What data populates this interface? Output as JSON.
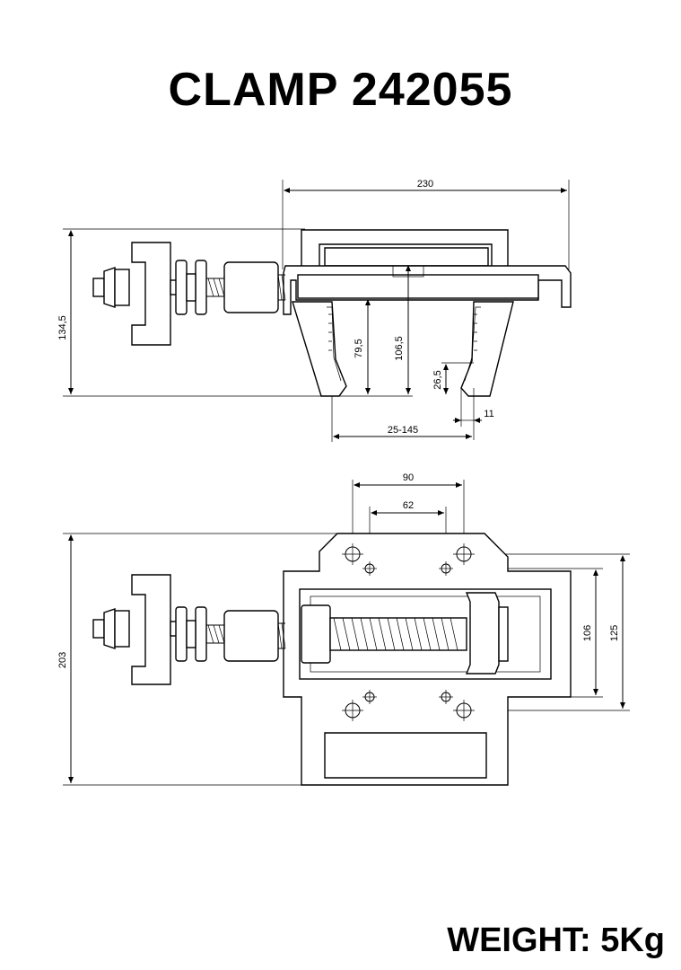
{
  "title": "CLAMP 242055",
  "weight": "WEIGHT: 5Kg",
  "side_view": {
    "dim_overall_width": "230",
    "dim_overall_height": "134,5",
    "dim_jaw_height": "79,5",
    "dim_inner_height": "106,5",
    "dim_tip_height": "26,5",
    "dim_tip_width": "11",
    "dim_opening_range": "25-145"
  },
  "top_view": {
    "dim_hole_spacing_outer": "90",
    "dim_hole_spacing_inner": "62",
    "dim_overall_depth": "203",
    "dim_inner_depth": "106",
    "dim_outer_depth": "125"
  }
}
